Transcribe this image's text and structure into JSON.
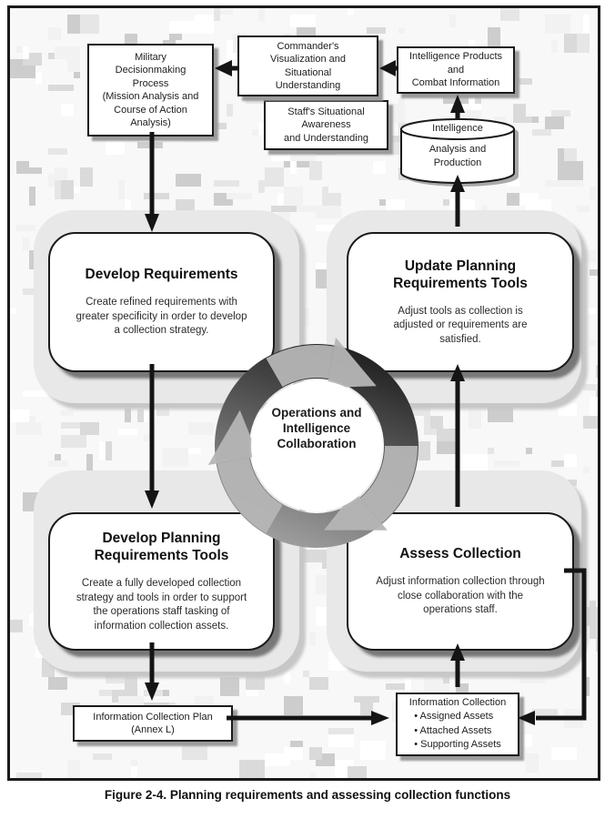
{
  "figure_caption": "Figure 2-4. Planning requirements and assessing collection functions",
  "boxes": {
    "mdp": {
      "lines": [
        "Military",
        "Decisionmaking",
        "Process",
        "(Mission Analysis and",
        "Course of Action",
        "Analysis)"
      ]
    },
    "commander": {
      "lines": [
        "Commander's",
        "Visualization and",
        "Situational",
        "Understanding"
      ]
    },
    "staff": {
      "lines": [
        "Staff's Situational",
        "Awareness",
        "and Understanding"
      ]
    },
    "intel_products": {
      "lines": [
        "Intelligence Products",
        "and",
        "Combat Information"
      ]
    },
    "intel_cylinder": {
      "top_label": "Intelligence",
      "body_lines": [
        "Analysis and",
        "Production"
      ]
    },
    "develop_requirements": {
      "title_lines": [
        "Develop Requirements"
      ],
      "body_lines": [
        "Create refined requirements with",
        "greater specificity in order to develop",
        "a collection strategy."
      ]
    },
    "update_planning": {
      "title_lines": [
        "Update Planning",
        "Requirements Tools"
      ],
      "body_lines": [
        "Adjust tools as collection is",
        "adjusted or requirements are",
        "satisfied."
      ]
    },
    "develop_planning": {
      "title_lines": [
        "Develop Planning",
        "Requirements Tools"
      ],
      "body_lines": [
        "Create a fully developed collection",
        "strategy and tools in order to support",
        "the operations staff tasking of",
        "information collection assets."
      ]
    },
    "assess_collection": {
      "title_lines": [
        "Assess Collection"
      ],
      "body_lines": [
        "Adjust information collection through",
        "close collaboration with the",
        "operations staff."
      ]
    },
    "collection_plan": {
      "lines": [
        "Information Collection Plan",
        "(Annex L)"
      ]
    },
    "information_collection": {
      "title": "Information Collection",
      "bullets": [
        "• Assigned Assets",
        "• Attached Assets",
        "• Supporting Assets"
      ]
    }
  },
  "center_cycle": {
    "lines": [
      "Operations and",
      "Intelligence",
      "Collaboration"
    ]
  },
  "colors": {
    "line": "#1a1a1a",
    "tile": "#e8e8e8",
    "tile_shadow": "#c7c7c7",
    "box_shadow": "#9b9b9b",
    "panel_shadow": "#787878",
    "ring_dark": "#161616",
    "ring_light": "#b6b6b6",
    "camo_palette": [
      "#ffffff",
      "#f2f2f2",
      "#e6e6e6",
      "#dadada",
      "#cdcdcd"
    ]
  }
}
